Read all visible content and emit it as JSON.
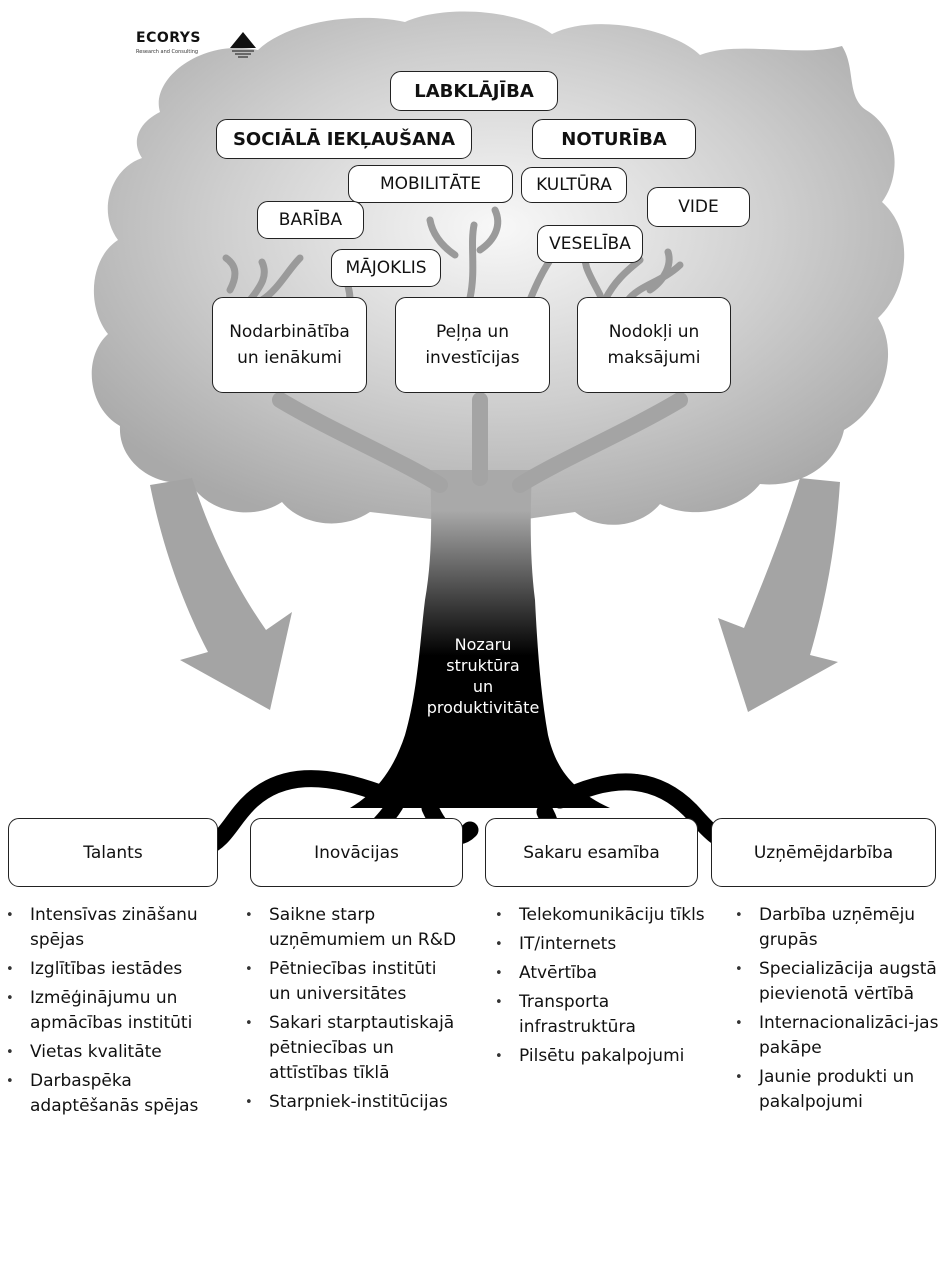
{
  "logo": {
    "name": "ECORYS",
    "subtitle": "Research and Consulting"
  },
  "canopy_pills": [
    {
      "id": "labklajiba",
      "label": "LABKLĀJĪBA",
      "bold": true
    },
    {
      "id": "sociala",
      "label": "SOCIĀLĀ IEKĻAUŠANA",
      "bold": true
    },
    {
      "id": "noturiba",
      "label": "NOTURĪBA",
      "bold": true
    },
    {
      "id": "mobilitate",
      "label": "MOBILITĀTE",
      "bold": false
    },
    {
      "id": "kultura",
      "label": "KULTŪRA",
      "bold": false
    },
    {
      "id": "vide",
      "label": "VIDE",
      "bold": false
    },
    {
      "id": "bariba",
      "label": "BARĪBA",
      "bold": false
    },
    {
      "id": "veseliba",
      "label": "VESELĪBA",
      "bold": false
    },
    {
      "id": "majoklis",
      "label": "MĀJOKLIS",
      "bold": false
    }
  ],
  "canopy_boxes": [
    {
      "line1": "Nodarbinātība",
      "line2": "un ienākumi"
    },
    {
      "line1": "Peļņa un",
      "line2": "investīcijas"
    },
    {
      "line1": "Nodokļi un",
      "line2": "maksājumi"
    }
  ],
  "trunk_label": [
    "Nozaru",
    "struktūra",
    "un",
    "produktivitāte"
  ],
  "categories": [
    {
      "label": "Talants",
      "items": [
        "Intensīvas zināšanu spējas",
        "Izglītības iestādes",
        "Izmēģinājumu un apmācības institūti",
        "Vietas kvalitāte",
        "Darbaspēka adaptēšanās spējas"
      ]
    },
    {
      "label": "Inovācijas",
      "items": [
        "Saikne starp uzņēmumiem un R&D",
        "Pētniecības institūti un universitātes",
        "Sakari starptautiskajā pētniecības un attīstības tīklā",
        "Starpniek-institūcijas"
      ]
    },
    {
      "label": "Sakaru esamība",
      "items": [
        "Telekomunikāciju tīkls",
        "IT/internets",
        "Atvērtība",
        "Transporta infrastruktūra",
        "Pilsētu pakalpojumi"
      ]
    },
    {
      "label": "Uzņēmējdarbība",
      "items": [
        "Darbība uzņēmēju grupās",
        "Specializācija augstā pievienotā vērtībā",
        "Internacionalizāci-jas pakāpe",
        "Jaunie produkti un pakalpojumi"
      ]
    }
  ]
}
